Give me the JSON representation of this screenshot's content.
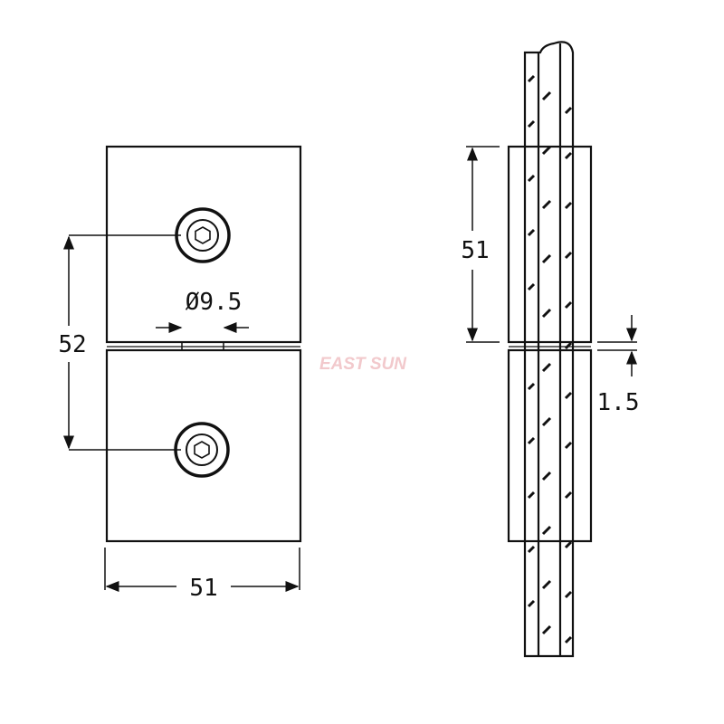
{
  "front_view": {
    "hole_dimension": "Ø9.5",
    "hole_spacing": "52",
    "width": "51"
  },
  "side_view": {
    "plate_height": "51",
    "gap": "1.5"
  },
  "watermark": "EAST SUN",
  "colors": {
    "line": "#111111",
    "watermark": "#f2c9cc",
    "background": "#ffffff"
  }
}
